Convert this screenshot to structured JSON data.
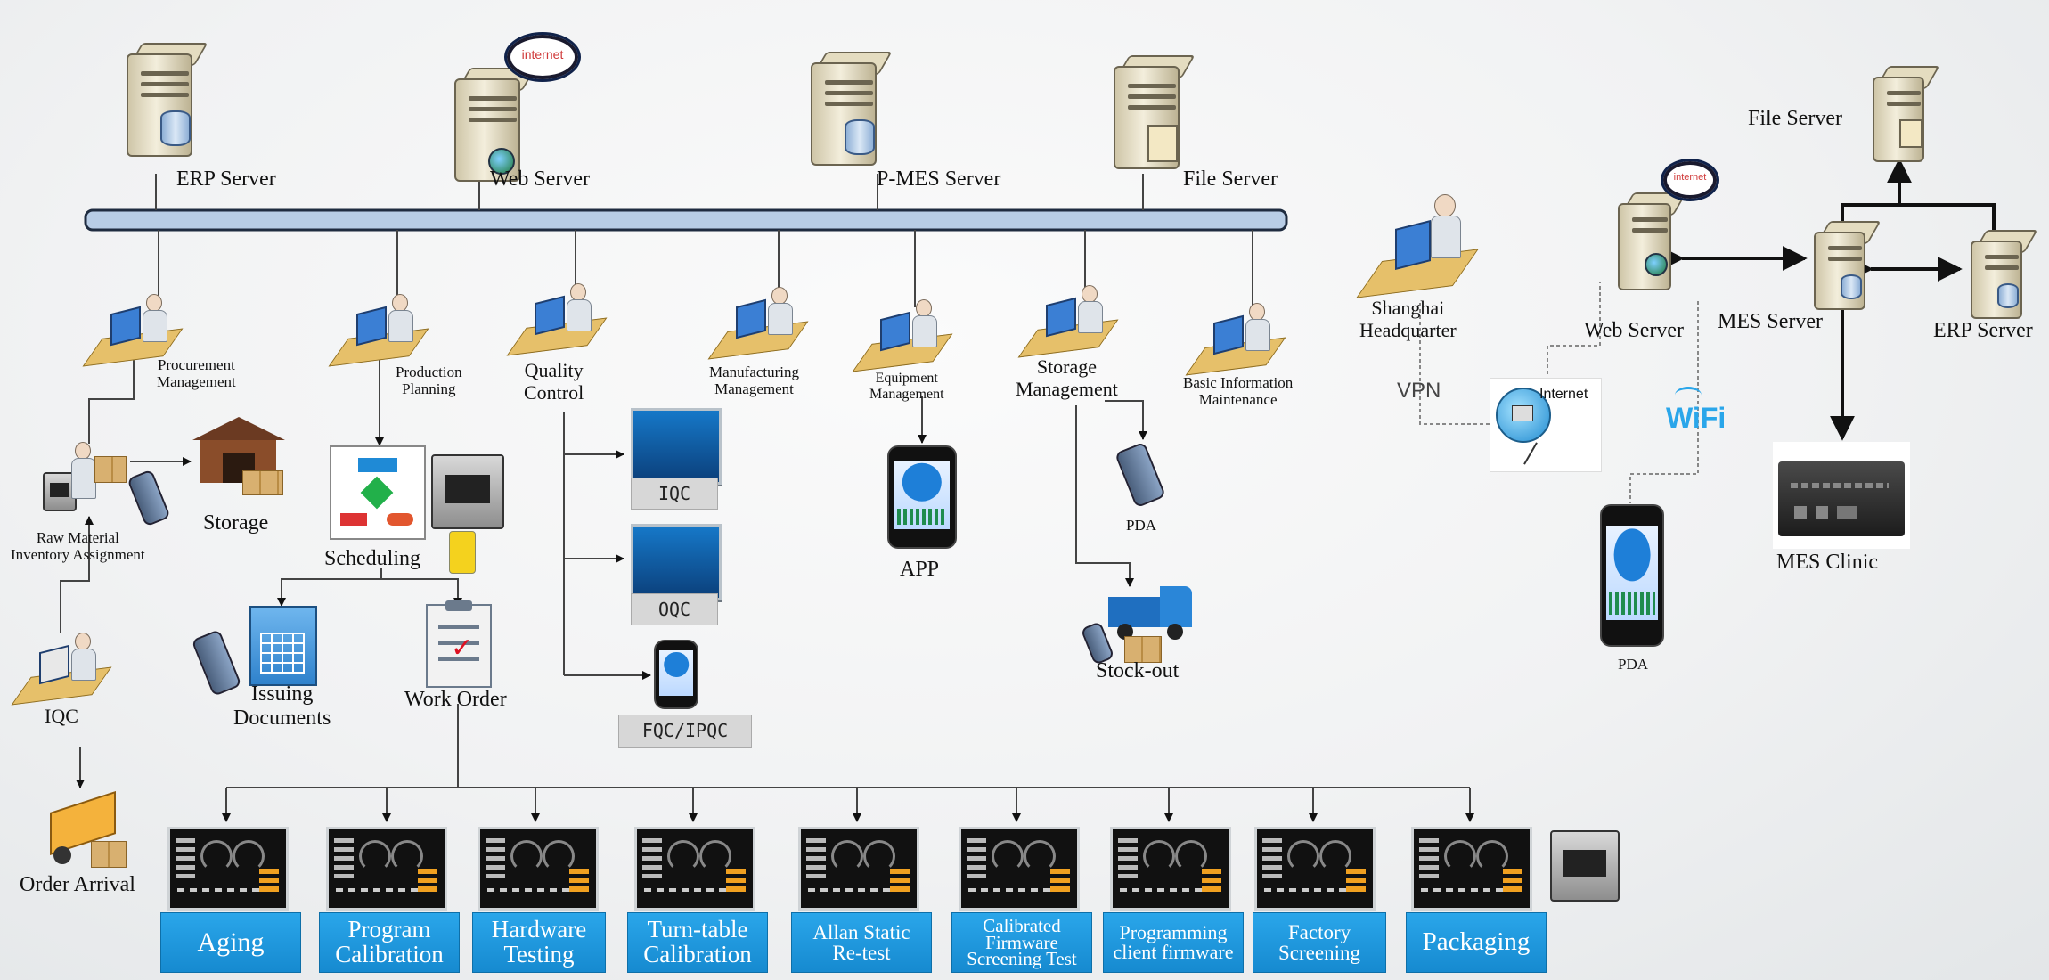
{
  "colors": {
    "bus": "#b8cde6",
    "bus_stroke": "#1f2c40",
    "step_button": "#1d97dd",
    "arrow": "#111111"
  },
  "servers": {
    "erp": "ERP Server",
    "web": "Web Server",
    "pmes": "P-MES Server",
    "file": "File Server",
    "internet_cloud": "internet"
  },
  "modules": {
    "procurement": "Procurement\nManagement",
    "production": "Production\nPlanning",
    "quality": "Quality\nControl",
    "manufacturing": "Manufacturing\nManagement",
    "equipment": "Equipment\nManagement",
    "storage_mgmt": "Storage\nManagement",
    "basic_info": "Basic Information\nMaintenance"
  },
  "nodes": {
    "raw_material": "Raw Material\nInventory Assignment",
    "storage": "Storage",
    "scheduling": "Scheduling",
    "issuing": "Issuing\nDocuments",
    "work_order": "Work Order",
    "iqc_left": "IQC",
    "order_arrival": "Order Arrival",
    "app": "APP",
    "pda": "PDA",
    "stock_out": "Stock-out"
  },
  "qc_tags": {
    "iqc": "IQC",
    "oqc": "OQC",
    "fqc": "FQC/IPQC"
  },
  "steps": [
    "Aging",
    "Program\nCalibration",
    "Hardware\nTesting",
    "Turn-table\nCalibration",
    "Allan Static\nRe-test",
    "Calibrated\nFirmware\nScreening Test",
    "Programming\nclient firmware",
    "Factory\nScreening",
    "Packaging"
  ],
  "right": {
    "file_server": "File Server",
    "web_server": "Web Server",
    "mes_server": "MES Server",
    "erp_server": "ERP Server",
    "headquarter": "Shanghai\nHeadquarter",
    "vpn": "VPN",
    "internet": "Internet",
    "wifi": "WiFi",
    "pda": "PDA",
    "mes_clinic": "MES Clinic",
    "cloud": "internet"
  }
}
